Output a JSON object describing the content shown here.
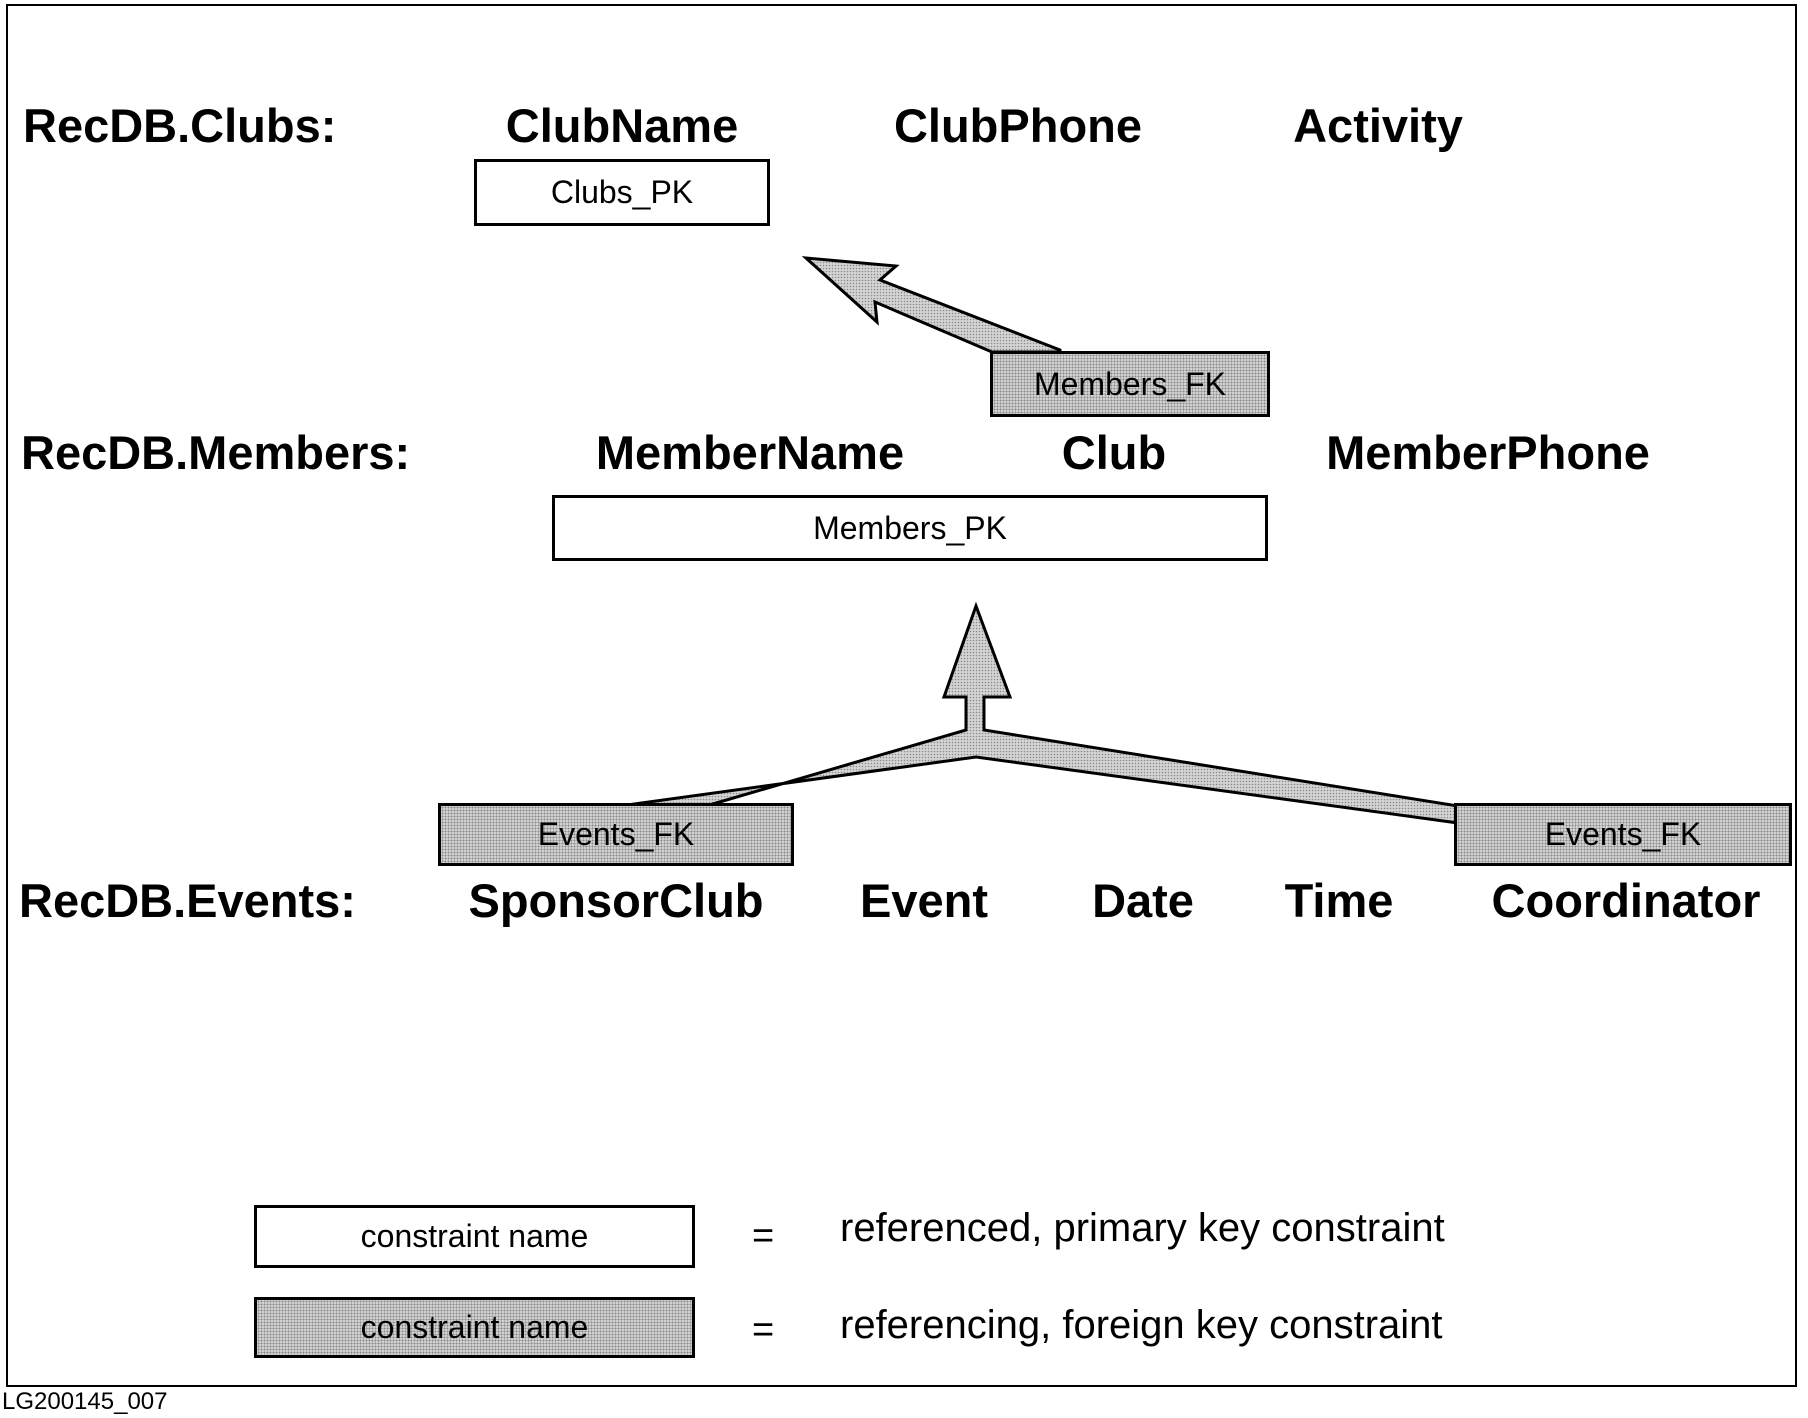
{
  "tables": {
    "clubs": {
      "name": "RecDB.Clubs:",
      "columns": [
        "ClubName",
        "ClubPhone",
        "Activity"
      ]
    },
    "members": {
      "name": "RecDB.Members:",
      "columns": [
        "MemberName",
        "Club",
        "MemberPhone"
      ]
    },
    "events": {
      "name": "RecDB.Events:",
      "columns": [
        "SponsorClub",
        "Event",
        "Date",
        "Time",
        "Coordinator"
      ]
    }
  },
  "constraints": {
    "clubs_pk": "Clubs_PK",
    "members_pk": "Members_PK",
    "members_fk": "Members_FK",
    "events_fk_left": "Events_FK",
    "events_fk_right": "Events_FK"
  },
  "legend": {
    "primary_box_label": "constraint name",
    "primary_equals": "=",
    "primary_description": "referenced, primary key constraint",
    "foreign_box_label": "constraint name",
    "foreign_equals": "=",
    "foreign_description": "referencing, foreign key constraint"
  },
  "figure_id": "LG200145_007"
}
